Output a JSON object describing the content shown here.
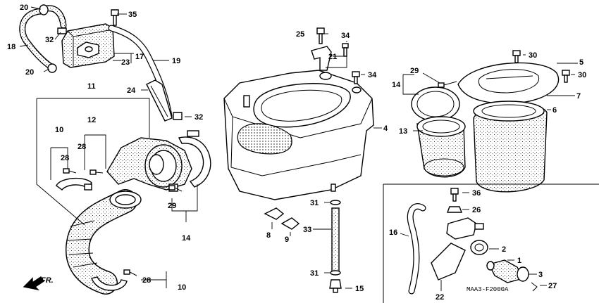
{
  "diagram": {
    "code": "MAA3-F2000A",
    "direction": "FR.",
    "callouts": [
      "1",
      "2",
      "3",
      "4",
      "5",
      "6",
      "7",
      "8",
      "9",
      "10",
      "11",
      "12",
      "13",
      "14",
      "15",
      "16",
      "17",
      "18",
      "19",
      "20",
      "21",
      "22",
      "23",
      "24",
      "25",
      "26",
      "27",
      "28",
      "29",
      "30",
      "31",
      "32",
      "33",
      "34",
      "35",
      "36"
    ]
  },
  "labels": [
    {
      "id": "l20a",
      "text": "20"
    },
    {
      "id": "l35",
      "text": "35"
    },
    {
      "id": "l32a",
      "text": "32"
    },
    {
      "id": "l18",
      "text": "18"
    },
    {
      "id": "l17",
      "text": "17"
    },
    {
      "id": "l23",
      "text": "23"
    },
    {
      "id": "l19",
      "text": "19"
    },
    {
      "id": "l20b",
      "text": "20"
    },
    {
      "id": "l11",
      "text": "11"
    },
    {
      "id": "l24",
      "text": "24"
    },
    {
      "id": "l12",
      "text": "12"
    },
    {
      "id": "l32b",
      "text": "32"
    },
    {
      "id": "l10a",
      "text": "10"
    },
    {
      "id": "l28a",
      "text": "28"
    },
    {
      "id": "l28b",
      "text": "28"
    },
    {
      "id": "l29a",
      "text": "29"
    },
    {
      "id": "l14a",
      "text": "14"
    },
    {
      "id": "l28c",
      "text": "28"
    },
    {
      "id": "l10b",
      "text": "10"
    },
    {
      "id": "l25",
      "text": "25"
    },
    {
      "id": "l34a",
      "text": "34"
    },
    {
      "id": "l21",
      "text": "21"
    },
    {
      "id": "l34b",
      "text": "34"
    },
    {
      "id": "l4",
      "text": "4"
    },
    {
      "id": "l31a",
      "text": "31"
    },
    {
      "id": "l8",
      "text": "8"
    },
    {
      "id": "l9",
      "text": "9"
    },
    {
      "id": "l33",
      "text": "33"
    },
    {
      "id": "l31b",
      "text": "31"
    },
    {
      "id": "l15",
      "text": "15"
    },
    {
      "id": "l29b",
      "text": "29"
    },
    {
      "id": "l14b",
      "text": "14"
    },
    {
      "id": "l13",
      "text": "13"
    },
    {
      "id": "l30a",
      "text": "30"
    },
    {
      "id": "l5",
      "text": "5"
    },
    {
      "id": "l30b",
      "text": "30"
    },
    {
      "id": "l7",
      "text": "7"
    },
    {
      "id": "l6",
      "text": "6"
    },
    {
      "id": "l36",
      "text": "36"
    },
    {
      "id": "l26",
      "text": "26"
    },
    {
      "id": "l16",
      "text": "16"
    },
    {
      "id": "l2",
      "text": "2"
    },
    {
      "id": "l1",
      "text": "1"
    },
    {
      "id": "l3",
      "text": "3"
    },
    {
      "id": "l22",
      "text": "22"
    },
    {
      "id": "l27",
      "text": "27"
    }
  ]
}
